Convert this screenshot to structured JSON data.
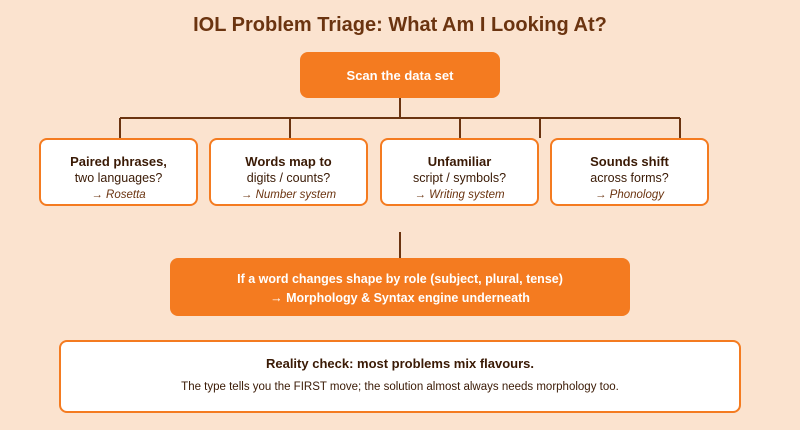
{
  "title": "IOL Problem Triage: What Am I Looking At?",
  "root": {
    "label": "Scan the data set"
  },
  "branches": [
    {
      "line1": "Paired phrases,",
      "line2": "two languages?",
      "type": "→ Rosetta"
    },
    {
      "line1": "Words map to",
      "line2": "digits / counts?",
      "type": "→ Number system"
    },
    {
      "line1": "Unfamiliar",
      "line2": "script / symbols?",
      "type": "→ Writing system"
    },
    {
      "line1": "Sounds shift",
      "line2": "across forms?",
      "type": "→ Phonology"
    }
  ],
  "engine": {
    "line1": "If a word changes shape by role (subject, plural, tense)",
    "line2": "→ Morphology & Syntax engine underneath"
  },
  "reality": {
    "heading": "Reality check: most problems mix flavours.",
    "body": "The type tells you the FIRST move; the solution almost always needs morphology too."
  },
  "colors": {
    "background": "#fbe3cf",
    "accent": "#f47b20",
    "connector": "#6b3410",
    "title": "#6b3410"
  }
}
